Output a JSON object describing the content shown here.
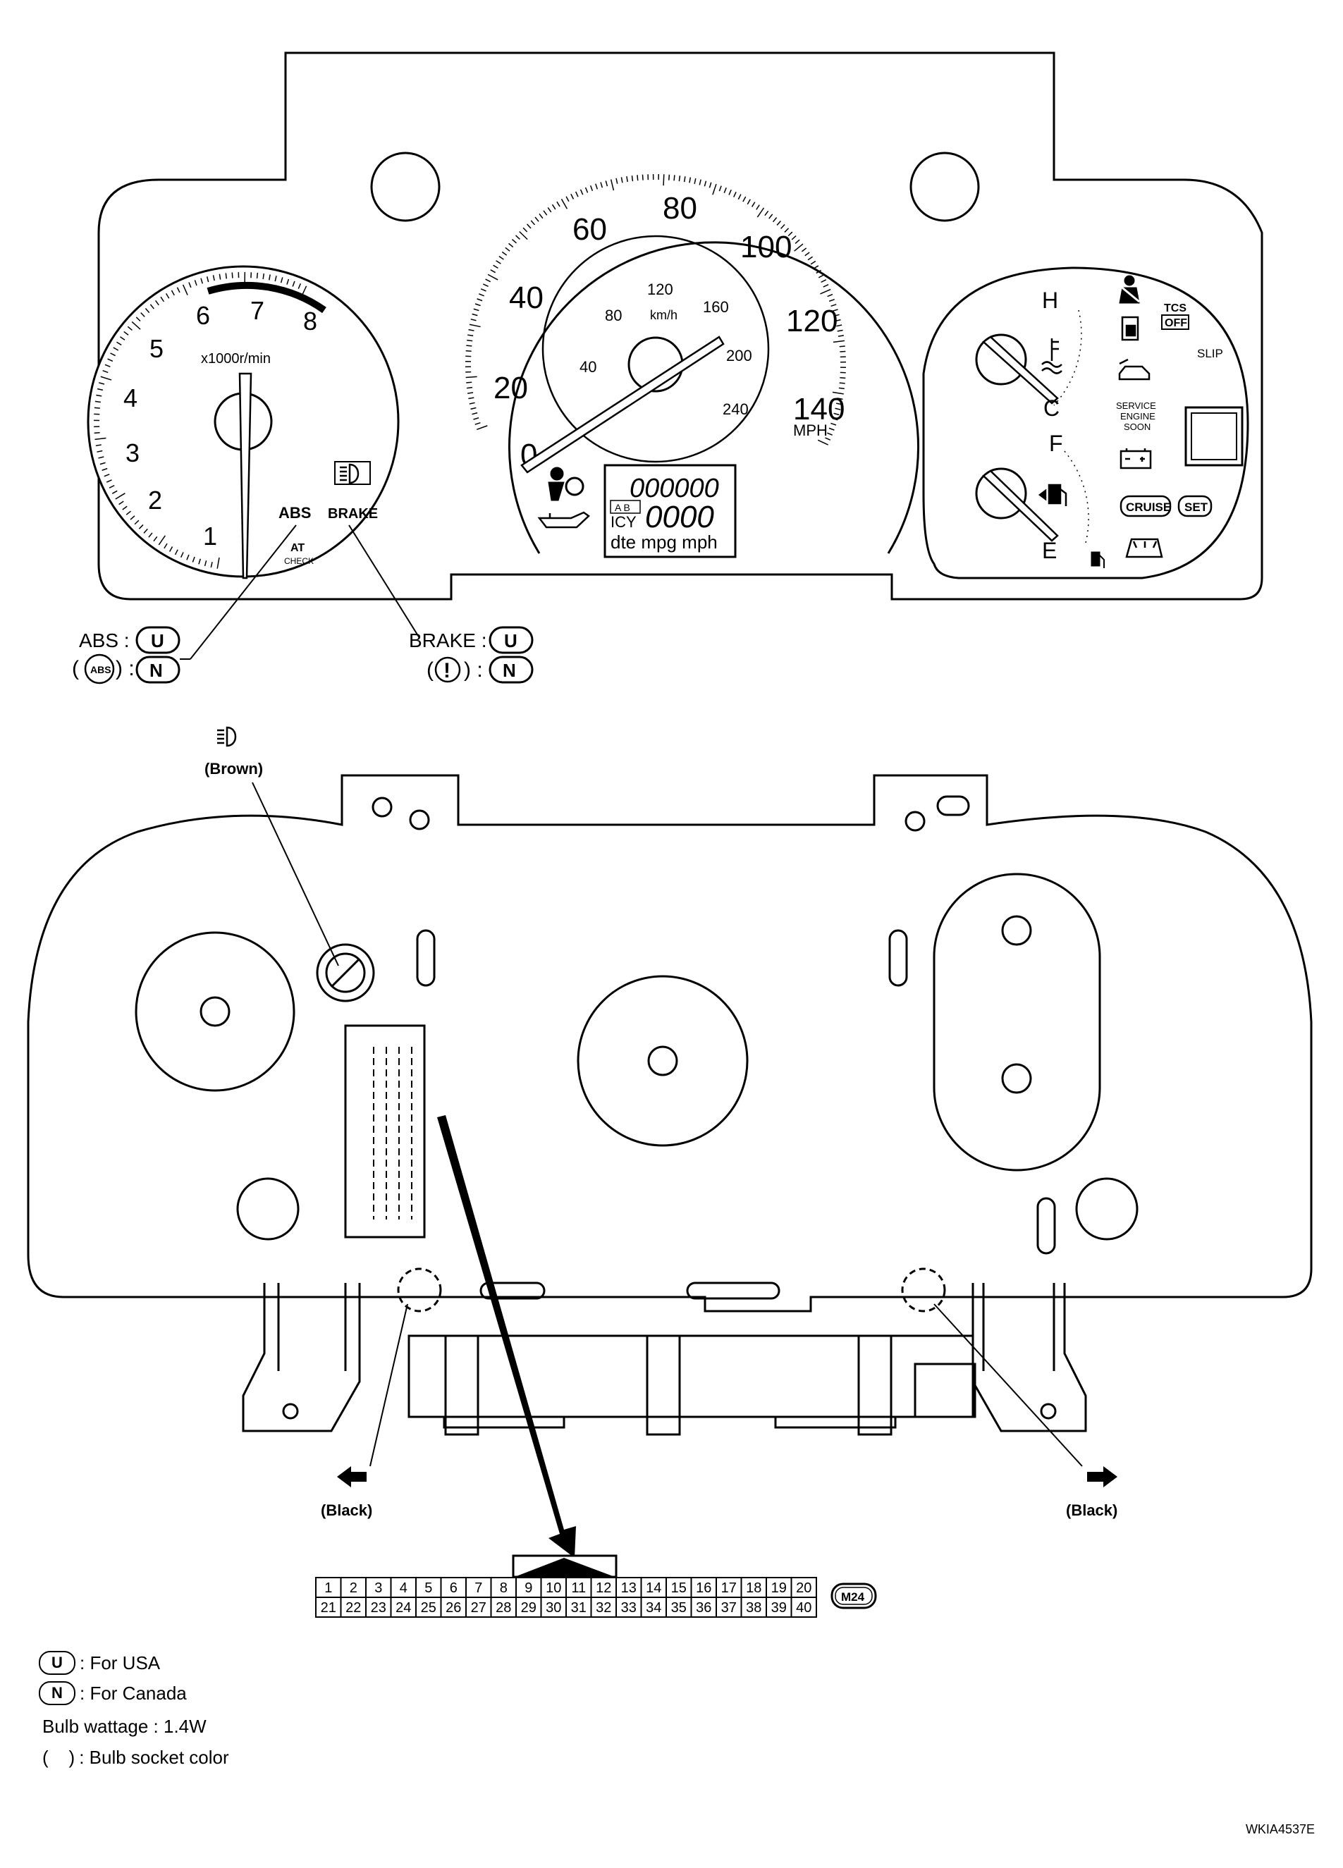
{
  "tachometer": {
    "numbers": [
      "1",
      "2",
      "3",
      "4",
      "5",
      "6",
      "7",
      "8"
    ],
    "unit": "x1000r/min",
    "abs_label": "ABS",
    "brake_label": "BRAKE",
    "at_check_line1": "AT",
    "at_check_line2": "CHECK"
  },
  "speedometer": {
    "mph_numbers": [
      "0",
      "20",
      "40",
      "60",
      "80",
      "100",
      "120",
      "140"
    ],
    "mph_unit": "MPH",
    "kmh_numbers": [
      "40",
      "80",
      "120",
      "160",
      "200",
      "240"
    ],
    "kmh_unit": "km/h",
    "odometer": "000000",
    "trip": "0000",
    "ab_label": "A B",
    "icy_label": "ICY",
    "display_units": "dte mpg mph"
  },
  "gauges": {
    "temp_h": "H",
    "temp_c": "C",
    "fuel_f": "F",
    "fuel_e": "E",
    "tcs_label": "TCS",
    "off_label": "OFF",
    "slip_label": "SLIP",
    "service_line1": "SERVICE",
    "service_line2": "ENGINE",
    "service_line3": "SOON",
    "cruise_label": "CRUISE",
    "set_label": "SET"
  },
  "callouts": {
    "abs_text": "ABS :",
    "abs_usa": "U",
    "abs_icon": "ABS",
    "abs_canada": "N",
    "brake_text": "BRAKE :",
    "brake_usa": "U",
    "brake_icon": "!",
    "brake_canada": "N",
    "headlight_color": "(Brown)",
    "left_color": "(Black)",
    "right_color": "(Black)"
  },
  "connector": {
    "id": "M24",
    "top_row": [
      "1",
      "2",
      "3",
      "4",
      "5",
      "6",
      "7",
      "8",
      "9",
      "10",
      "11",
      "12",
      "13",
      "14",
      "15",
      "16",
      "17",
      "18",
      "19",
      "20"
    ],
    "bottom_row": [
      "21",
      "22",
      "23",
      "24",
      "25",
      "26",
      "27",
      "28",
      "29",
      "30",
      "31",
      "32",
      "33",
      "34",
      "35",
      "36",
      "37",
      "38",
      "39",
      "40"
    ]
  },
  "legend": {
    "usa_badge": "U",
    "usa_text": ": For USA",
    "canada_badge": "N",
    "canada_text": ": For Canada",
    "wattage": "Bulb wattage : 1.4W",
    "socket_paren": "(    )",
    "socket_text": ": Bulb socket color"
  },
  "reference_code": "WKIA4537E"
}
